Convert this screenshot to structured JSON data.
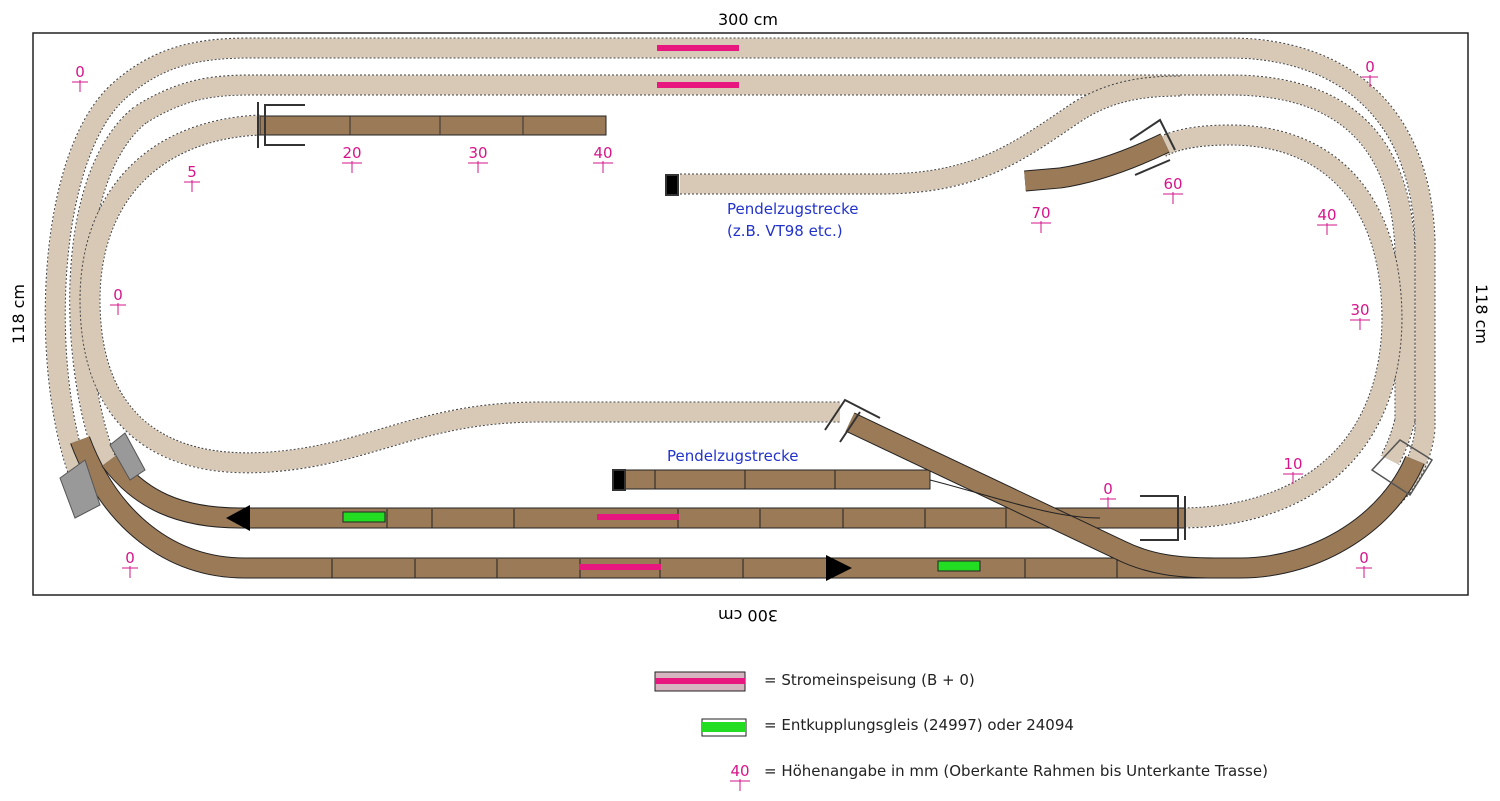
{
  "dimensions": {
    "top": "300 cm",
    "bottom": "300 cm",
    "left": "118 cm",
    "right": "118 cm"
  },
  "height_markers": [
    "0",
    "0",
    "5",
    "20",
    "30",
    "40",
    "0",
    "70",
    "60",
    "40",
    "30",
    "10",
    "0",
    "0",
    "0"
  ],
  "annotations": {
    "shuttle_top_line1": "Pendelzugstrecke",
    "shuttle_top_line2": "(z.B. VT98 etc.)",
    "shuttle_bottom": "Pendelzugstrecke"
  },
  "legend": {
    "power_feed": "= Stromeinspeisung (B + 0)",
    "uncoupling": "= Entkupplungsgleis (24997) oder 24094",
    "height": "= Höhenangabe in mm (Oberkante Rahmen bis Unterkante Trasse)",
    "height_sample": "40"
  },
  "colors": {
    "power": "#e8177f",
    "uncoupling": "#22dd22",
    "height_marker": "#d6148a",
    "note": "#2233cc",
    "track_light": "#d8c9b6",
    "track_dark": "#9b7a58"
  }
}
